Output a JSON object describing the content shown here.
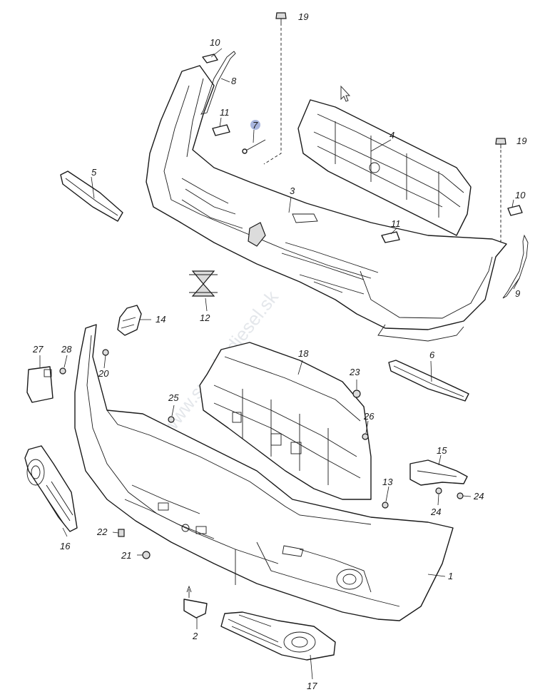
{
  "watermark": "www.suzuki-diesel.sk",
  "callouts": [
    "19",
    "10",
    "8",
    "11",
    "7",
    "4",
    "19",
    "5",
    "3",
    "10",
    "11",
    "9",
    "12",
    "14",
    "6",
    "27",
    "28",
    "20",
    "18",
    "23",
    "25",
    "26",
    "15",
    "13",
    "24",
    "24",
    "16",
    "22",
    "21",
    "1",
    "2",
    "17"
  ],
  "colors": {
    "line": "#1a1a1a",
    "watermark": "#cfd4dc",
    "marker": "#9aa9d8"
  }
}
